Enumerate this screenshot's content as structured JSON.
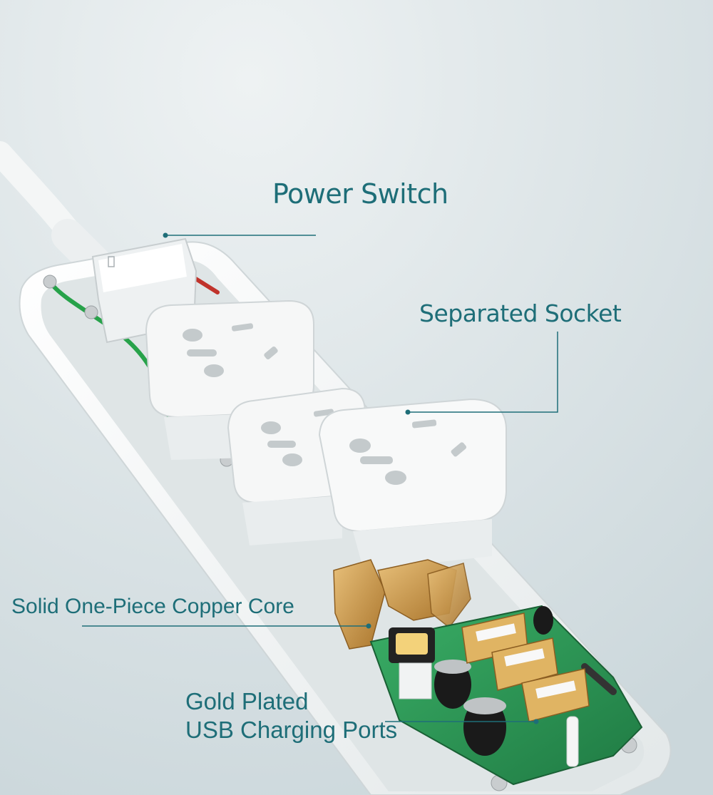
{
  "callouts": {
    "power_switch": "Power Switch",
    "separated_socket": "Separated Socket",
    "copper_core": "Solid One-Piece Copper Core",
    "usb_line1": "Gold Plated",
    "usb_line2": "USB Charging Ports"
  },
  "colors": {
    "background": "#d9e3e6",
    "callout_text": "#1e6e78",
    "leader_line": "#1e6e78",
    "housing": "#f2f4f4",
    "socket_face": "#f6f7f7",
    "copper": "#c89a4a",
    "pcb": "#2f9a58",
    "ground_wire": "#27a24a",
    "live_wire": "#c0332b"
  }
}
